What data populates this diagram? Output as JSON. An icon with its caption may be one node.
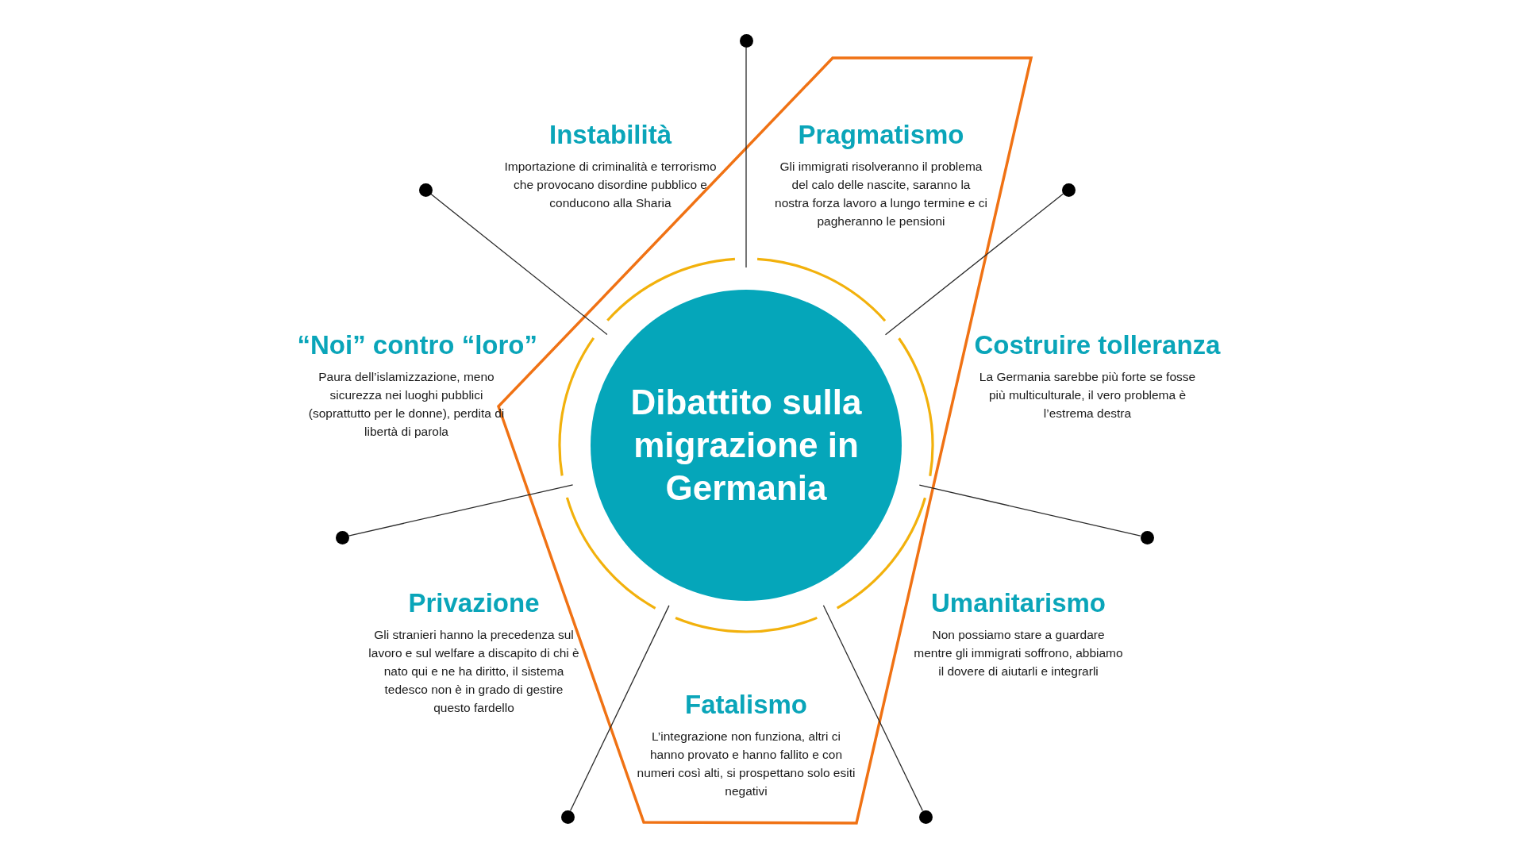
{
  "diagram": {
    "nodes": [
      {
        "text": [
          "Dibattito sulla migrazione in Germania"
        ]
      },
      {
        "text": [
          "Instabilità",
          "Importazione di criminalità e terrorismo che provocano disordine pubblico e conducono alla Sharia"
        ]
      },
      {
        "text": [
          "Pragmatismo",
          "Gli immigrati risolveranno il problema del calo delle nascite, saranno la nostra forza lavoro a lungo termine e ci pagheranno le pensioni"
        ]
      },
      {
        "text": [
          "“Noi” contro “loro”",
          "Paura dell’islamizzazione, meno sicurezza nei luoghi pubblici (soprattutto per le donne), perdita di libertà di parola"
        ]
      },
      {
        "text": [
          "Costruire tolleranza",
          "La Germania sarebbe più forte se fosse più multiculturale, il vero problema è l’estrema destra"
        ]
      },
      {
        "text": [
          "Privazione",
          "Gli stranieri hanno la precedenza sul lavoro e sul welfare a discapito di chi è nato qui e ne ha diritto, il sistema tedesco non è in grado di gestire questo fardello"
        ]
      },
      {
        "text": [
          "Umanitarismo",
          "Non possiamo stare a guardare mentre gli immigrati soffrono, abbiamo il dovere di aiutarli e integrarli"
        ]
      },
      {
        "text": [
          "Fatalismo",
          "L’integrazione non funziona, altri ci hanno provato e hanno fallito e con numeri così alti, si prospettano solo esiti negativi"
        ]
      },
      {
        "text": [],
        "shape": "circle"
      },
      {
        "text": [],
        "shape": "circle"
      },
      {
        "text": [],
        "shape": "circle"
      },
      {
        "text": [],
        "shape": "circle"
      },
      {
        "text": [],
        "shape": "circle"
      },
      {
        "text": [],
        "shape": "circle"
      },
      {
        "text": [],
        "shape": "circle"
      }
    ],
    "edges": [
      {
        "from": 8,
        "to": 0,
        "arrow": "none"
      },
      {
        "from": 9,
        "to": 0,
        "arrow": "none"
      },
      {
        "from": 10,
        "to": 0,
        "arrow": "none"
      },
      {
        "from": 11,
        "to": 0,
        "arrow": "none"
      },
      {
        "from": 12,
        "to": 0,
        "arrow": "none"
      },
      {
        "from": 13,
        "to": 0,
        "arrow": "none"
      },
      {
        "from": 14,
        "to": 0,
        "arrow": "none"
      }
    ]
  }
}
